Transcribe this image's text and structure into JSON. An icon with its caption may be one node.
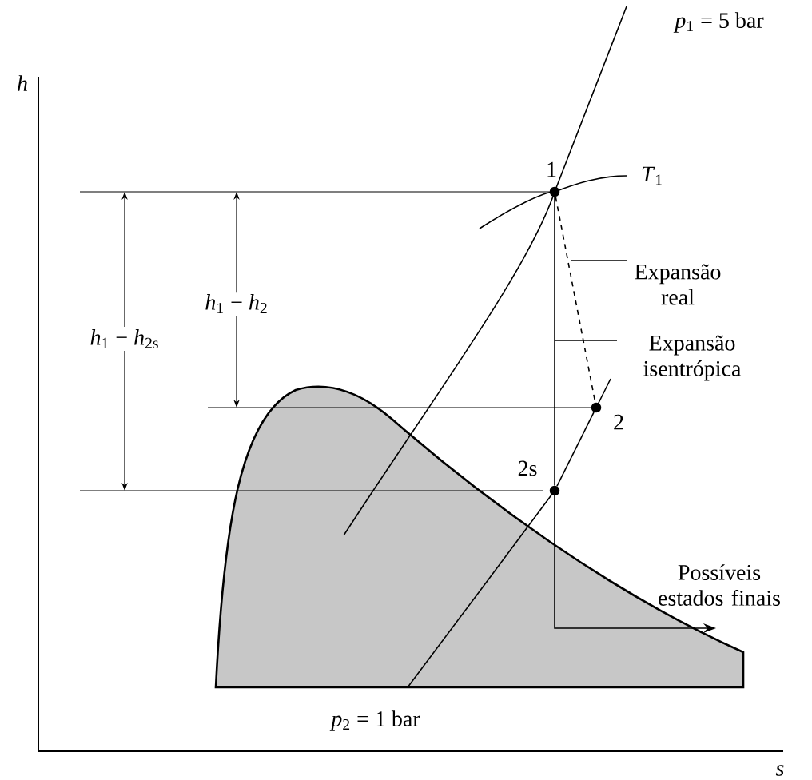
{
  "diagram": {
    "nodes": [
      {
        "text": [
          "1"
        ]
      },
      {
        "text": [
          "2s"
        ]
      },
      {
        "text": [
          "2"
        ]
      },
      {
        "text": [
          "Expansão real"
        ]
      },
      {
        "text": [
          "Expansão isentrópica"
        ]
      }
    ],
    "edges": [
      {
        "from": 0,
        "to": 1,
        "arrow": "none"
      },
      {
        "from": 0,
        "to": 2,
        "arrow": "none",
        "style": "dashed"
      },
      {
        "from": 1,
        "to": 2,
        "arrow": "none"
      },
      {
        "from": 3,
        "to": null,
        "arrow": "none"
      },
      {
        "from": 4,
        "to": null,
        "arrow": "none"
      }
    ],
    "labels": [
      "*h*",
      "*s*",
      "*p*$_{1}$ = 5 bar",
      "*T*$_{1}$",
      "*h*$_{1}$ − *h*$_{2}$",
      "*h*$_{1}$ − *h*$_{2s}$",
      "Possíveis estados finais",
      "*p*$_{2}$ = 1 bar"
    ]
  }
}
